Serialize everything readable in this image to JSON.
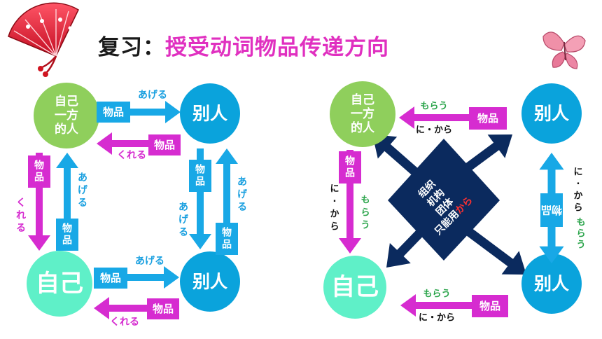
{
  "title": {
    "prefix": "复习：",
    "main": "授受动词物品传递方向"
  },
  "colors": {
    "green": "#8fcf5c",
    "blue": "#0aa3dc",
    "teal": "#5ff0c8",
    "arrow_blue": "#18a8e6",
    "arrow_magenta": "#d62cd0",
    "navy": "#0b2a5e",
    "verb_blue": "#1aa0e0",
    "verb_magenta": "#d62cd0",
    "verb_green": "#2aa44a",
    "particle": "#111111",
    "box_red": "#ff3030"
  },
  "left": {
    "self_group": [
      "自己",
      "一方",
      "的人"
    ],
    "other": "别人",
    "self": "自己",
    "item": "物品",
    "ageru": "あげる",
    "kureru": "くれる"
  },
  "right": {
    "self_group": [
      "自己",
      "一方",
      "的人"
    ],
    "other": "别人",
    "self": "自己",
    "item": "物品",
    "morau": "もらう",
    "ni_kara": "に・から",
    "org": [
      "组织",
      "机构",
      "团体",
      "只能用"
    ],
    "kara": "から"
  }
}
